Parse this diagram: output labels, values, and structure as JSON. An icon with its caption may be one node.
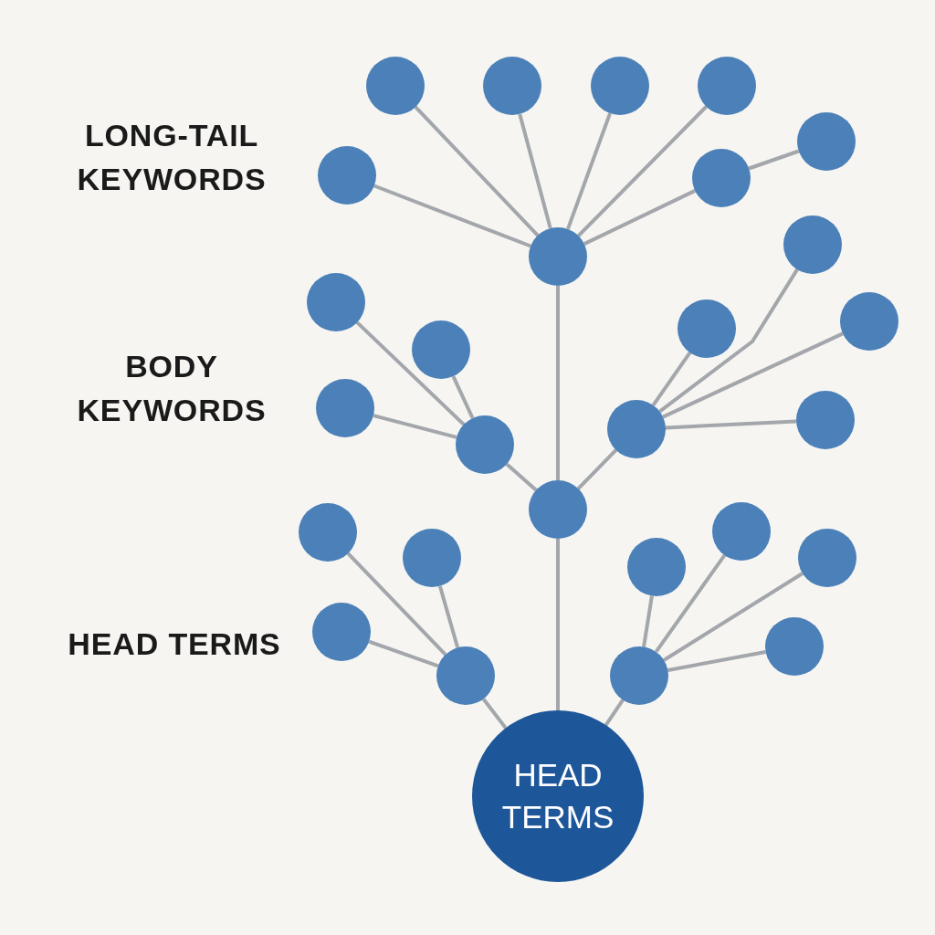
{
  "diagram": {
    "nodes": [
      {
        "text": [],
        "shape": "circle"
      },
      {
        "text": [],
        "shape": "circle"
      },
      {
        "text": [],
        "shape": "circle"
      },
      {
        "text": [],
        "shape": "circle"
      },
      {
        "text": [],
        "shape": "circle"
      },
      {
        "text": [],
        "shape": "circle"
      },
      {
        "text": [],
        "shape": "circle"
      },
      {
        "text": [],
        "shape": "circle"
      },
      {
        "text": [],
        "shape": "circle"
      },
      {
        "text": [],
        "shape": "circle"
      },
      {
        "text": [],
        "shape": "circle"
      },
      {
        "text": [],
        "shape": "circle"
      },
      {
        "text": [],
        "shape": "circle"
      },
      {
        "text": [],
        "shape": "circle"
      },
      {
        "text": [],
        "shape": "circle"
      },
      {
        "text": [],
        "shape": "circle"
      },
      {
        "text": [],
        "shape": "circle"
      },
      {
        "text": [],
        "shape": "circle"
      },
      {
        "text": [],
        "shape": "circle"
      },
      {
        "text": [],
        "shape": "circle"
      },
      {
        "text": [],
        "shape": "circle"
      },
      {
        "text": [],
        "shape": "circle"
      },
      {
        "text": [],
        "shape": "circle"
      },
      {
        "text": [],
        "shape": "circle"
      },
      {
        "text": [],
        "shape": "circle"
      },
      {
        "text": [],
        "shape": "circle"
      },
      {
        "text": [],
        "shape": "circle"
      },
      {
        "text": [
          "HEAD TERMS"
        ]
      }
    ],
    "edges": [
      {
        "from": 27,
        "to": 17,
        "arrow": "none"
      },
      {
        "from": 27,
        "to": 25,
        "arrow": "none"
      },
      {
        "from": 27,
        "to": 26,
        "arrow": "none"
      },
      {
        "from": 17,
        "to": 8,
        "arrow": "none"
      },
      {
        "from": 17,
        "to": 16,
        "arrow": "none"
      },
      {
        "from": 17,
        "to": 15,
        "arrow": "none"
      },
      {
        "from": 8,
        "to": 0,
        "arrow": "none"
      },
      {
        "from": 8,
        "to": 1,
        "arrow": "none"
      },
      {
        "from": 8,
        "to": 2,
        "arrow": "none"
      },
      {
        "from": 8,
        "to": 3,
        "arrow": "none"
      },
      {
        "from": 8,
        "to": 5,
        "arrow": "none"
      },
      {
        "from": 8,
        "to": 6,
        "arrow": "none"
      },
      {
        "from": 6,
        "to": 4,
        "arrow": "none"
      },
      {
        "from": 16,
        "to": 9,
        "arrow": "none"
      },
      {
        "from": 16,
        "to": 12,
        "arrow": "none"
      },
      {
        "from": 16,
        "to": 13,
        "arrow": "none"
      },
      {
        "from": 15,
        "to": 11,
        "arrow": "none"
      },
      {
        "from": 15,
        "to": 7,
        "arrow": "none"
      },
      {
        "from": 15,
        "to": 10,
        "arrow": "none"
      },
      {
        "from": 15,
        "to": 14,
        "arrow": "none"
      },
      {
        "from": 25,
        "to": 18,
        "arrow": "none"
      },
      {
        "from": 25,
        "to": 20,
        "arrow": "none"
      },
      {
        "from": 25,
        "to": 23,
        "arrow": "none"
      },
      {
        "from": 26,
        "to": 22,
        "arrow": "none"
      },
      {
        "from": 26,
        "to": 19,
        "arrow": "none"
      },
      {
        "from": 26,
        "to": 21,
        "arrow": "none"
      },
      {
        "from": 26,
        "to": 24,
        "arrow": "none"
      }
    ],
    "labels": [
      "LONG-TAIL KEYWORDS",
      "BODY KEYWORDS",
      "HEAD TERMS"
    ]
  }
}
